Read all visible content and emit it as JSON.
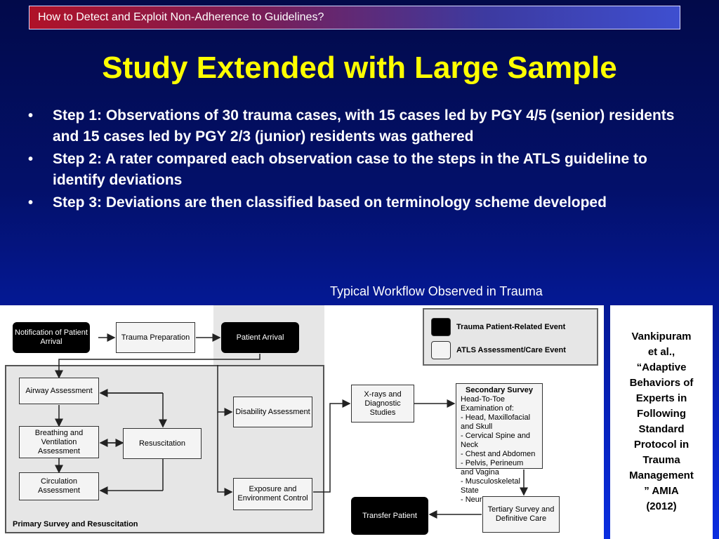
{
  "header": {
    "text": "How to Detect and Exploit Non-Adherence to Guidelines?"
  },
  "title": "Study Extended with Large Sample",
  "bullets": [
    "Step 1: Observations of 30 trauma cases, with 15 cases led by PGY 4/5 (senior) residents and 15 cases led by PGY 2/3 (junior) residents was gathered",
    "Step 2: A rater compared each observation case to the steps in the ATLS guideline to identify deviations",
    "Step 3: Deviations are then classified based on terminology scheme developed"
  ],
  "bullet_symbol": "•",
  "caption": "Typical Workflow Observed in Trauma",
  "diagram": {
    "nodes": {
      "notification": "Notification of Patient Arrival",
      "trauma_prep": "Trauma Preparation",
      "patient_arrival": "Patient Arrival",
      "airway": "Airway Assessment",
      "breathing": "Breathing and Ventilation Assessment",
      "circulation": "Circulation Assessment",
      "resuscitation": "Resuscitation",
      "disability": "Disability Assessment",
      "exposure": "Exposure and Environment Control",
      "xrays": "X-rays and Diagnostic Studies",
      "transfer": "Transfer Patient",
      "tertiary": "Tertiary Survey and Definitive Care"
    },
    "secondary": {
      "title": "Secondary Survey",
      "subtitle": "Head-To-Toe Examination of:",
      "items": [
        "- Head, Maxillofacial and Skull",
        "- Cervical Spine and Neck",
        "- Chest and Abdomen",
        "- Pelvis, Perineum and Vagina",
        "- Musculoskeletal State",
        "- Neurological State"
      ]
    },
    "primary_label": "Primary Survey and Resuscitation",
    "legend": {
      "patient_event": "Trauma Patient-Related Event",
      "atls_event": "ATLS Assessment/Care Event"
    }
  },
  "citation": {
    "lines": [
      "Vankipuram",
      "et al.,",
      "“Adaptive",
      "Behaviors of",
      "Experts in",
      "Following",
      "Standard",
      "Protocol in",
      "Trauma",
      "Management",
      "” AMIA",
      "(2012)"
    ]
  },
  "colors": {
    "title": "#ffff00",
    "text": "#ffffff",
    "background_top": "#020a4a",
    "background_bottom": "#0a2ee0"
  }
}
